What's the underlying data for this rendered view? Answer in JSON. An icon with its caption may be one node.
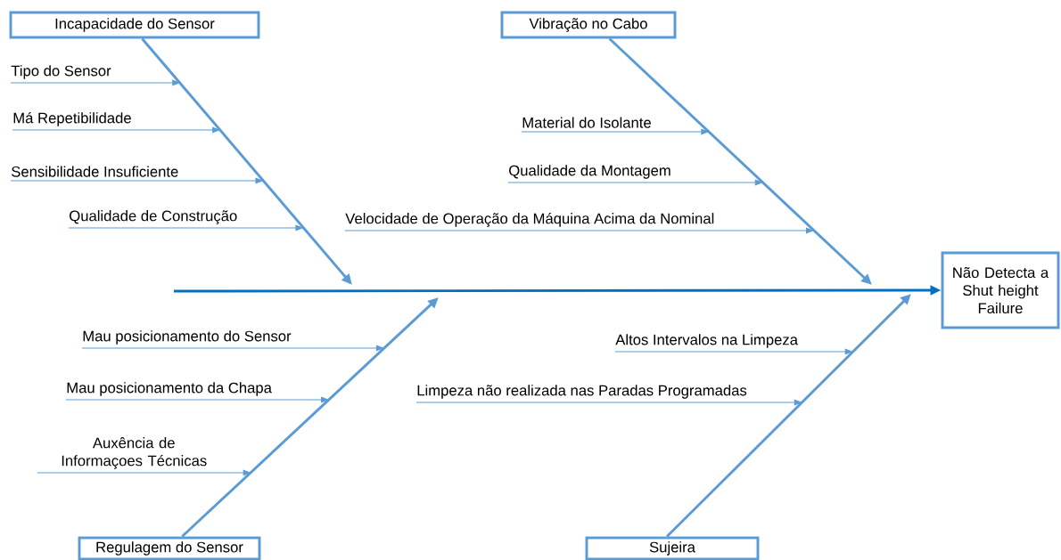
{
  "diagram": {
    "nodes": [
      {
        "text": [
          "Incapacidade do Sensor"
        ]
      },
      {
        "text": [
          "Vibração no Cabo"
        ]
      },
      {
        "text": [
          "Tipo do Sensor"
        ]
      },
      {
        "text": [
          "Má Repetibilidade"
        ]
      },
      {
        "text": [
          "Material do Isolante"
        ]
      },
      {
        "text": [
          "Sensibilidade Insuficiente"
        ]
      },
      {
        "text": [
          "Qualidade da Montagem"
        ]
      },
      {
        "text": [
          "Qualidade de Construção"
        ]
      },
      {
        "text": [
          "Velocidade de Operação da Máquina Acima da Nominal"
        ]
      },
      {
        "text": [
          "Não Detecta a Shut height Failure"
        ]
      },
      {
        "text": [
          "Mau posicionamento do Sensor"
        ]
      },
      {
        "text": [
          "Altos Intervalos na Limpeza"
        ]
      },
      {
        "text": [
          "Mau posicionamento da Chapa"
        ]
      },
      {
        "text": [
          "Limpeza não realizada nas Paradas Programadas"
        ]
      },
      {
        "text": [
          "Auxência de Informaçoes Técnicas"
        ]
      },
      {
        "text": [
          "Regulagem do Sensor"
        ]
      },
      {
        "text": [
          "Sujeira"
        ]
      }
    ],
    "edges": [
      {
        "from": null,
        "to": 9,
        "arrow": "to",
        "style": "thick",
        "color": "#0070c0"
      },
      {
        "from": 0,
        "to": null,
        "arrow": "to",
        "style": "thick"
      },
      {
        "from": 1,
        "to": null,
        "arrow": "to",
        "style": "thick"
      },
      {
        "from": 15,
        "to": null,
        "arrow": "to",
        "style": "thick"
      },
      {
        "from": 16,
        "to": null,
        "arrow": "to",
        "style": "thick"
      },
      {
        "from": 2,
        "to": null,
        "arrow": "to"
      },
      {
        "from": 3,
        "to": null,
        "arrow": "to"
      },
      {
        "from": 5,
        "to": null,
        "arrow": "to"
      },
      {
        "from": 7,
        "to": null,
        "arrow": "to"
      },
      {
        "from": 4,
        "to": null,
        "arrow": "to"
      },
      {
        "from": 6,
        "to": null,
        "arrow": "to"
      },
      {
        "from": 8,
        "to": null,
        "arrow": "to"
      },
      {
        "from": 10,
        "to": null,
        "arrow": "to"
      },
      {
        "from": 12,
        "to": null,
        "arrow": "to"
      },
      {
        "from": 14,
        "to": null,
        "arrow": "to"
      },
      {
        "from": 11,
        "to": null,
        "arrow": "to"
      },
      {
        "from": 13,
        "to": null,
        "arrow": "to"
      }
    ]
  }
}
